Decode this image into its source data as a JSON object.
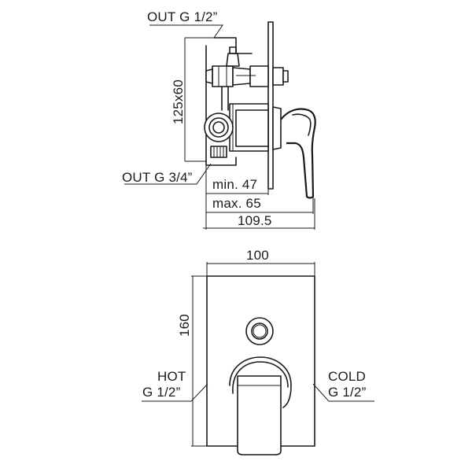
{
  "side_view": {
    "out_top": "OUT G 1/2”",
    "out_bottom": "OUT G 3/4”",
    "height_dim": "125x60",
    "min_depth": "min. 47",
    "max_depth": "max. 65",
    "total_depth": "109.5"
  },
  "front_view": {
    "width_dim": "100",
    "height_dim": "160",
    "hot_label": "HOT",
    "hot_thread": "G 1/2”",
    "cold_label": "COLD",
    "cold_thread": "G 1/2”"
  }
}
